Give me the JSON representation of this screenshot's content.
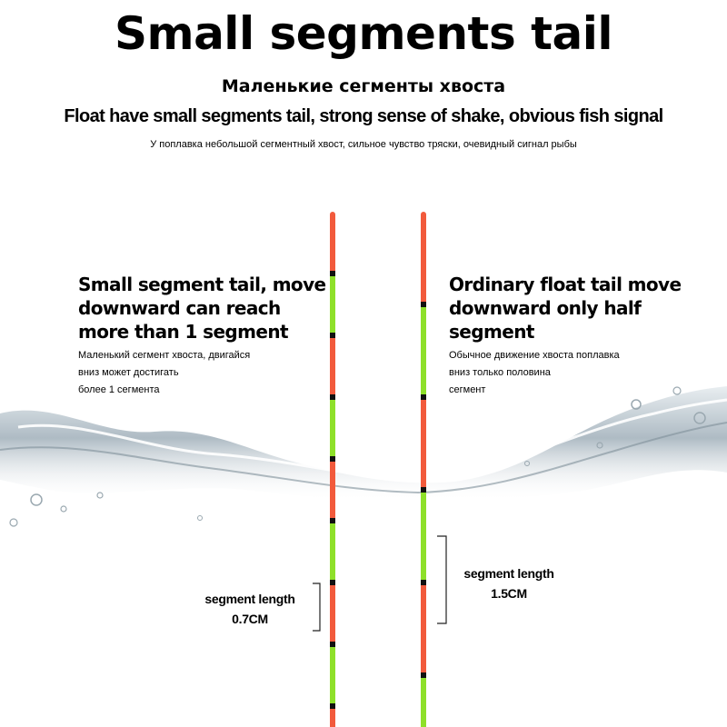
{
  "header": {
    "title": "Small segments tail",
    "subtitle_ru": "Маленькие сегменты хвоста",
    "subtitle_en": "Float have small segments tail, strong sense of shake, obvious fish signal",
    "caption_ru": "У поплавка небольшой сегментный хвост, сильное чувство тряски, очевидный сигнал рыбы"
  },
  "left_panel": {
    "title_lines": [
      "Small segment tail, move",
      "downward can reach",
      "more than 1 segment"
    ],
    "desc_lines": [
      "Маленький сегмент хвоста, двигайся",
      "вниз может достигать",
      "более 1 сегмента"
    ],
    "segment_label": "segment length",
    "segment_value": "0.7CM"
  },
  "right_panel": {
    "title_lines": [
      "Ordinary float tail move",
      "downward only half",
      "segment"
    ],
    "desc_lines": [
      "Обычное движение хвоста поплавка",
      "вниз только половина",
      "сегмент"
    ],
    "segment_label": "segment length",
    "segment_value": "1.5CM"
  },
  "colors": {
    "red": "#f25a3c",
    "green": "#8ee02a",
    "black": "#111111",
    "water": "#c9d3d9"
  }
}
